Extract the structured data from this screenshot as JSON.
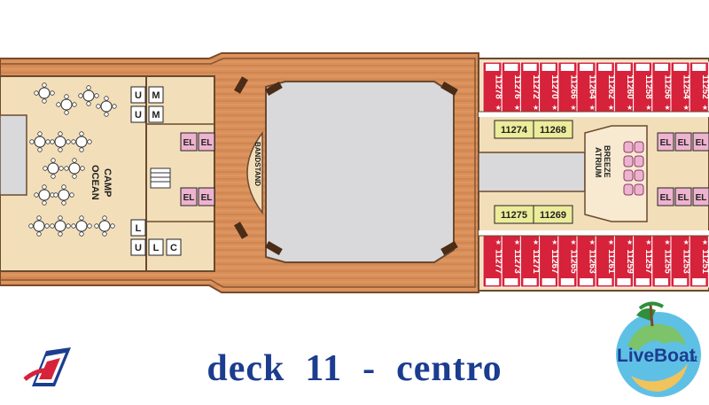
{
  "title": "deck  11  -  centro",
  "venues": {
    "camp_ocean": [
      "CAMP",
      "OCEAN"
    ],
    "bandstand": "BANDSTAND",
    "breeze_atrium": [
      "BREEZE",
      "ATRIUM"
    ]
  },
  "facility_labels": {
    "elevator": "EL",
    "men": "M",
    "ladies": "L",
    "utility": "U",
    "crew": "C"
  },
  "cabins": {
    "top_row": [
      "11278",
      "11276",
      "11272",
      "11270",
      "11266",
      "11264",
      "11262",
      "11260",
      "11258",
      "11256",
      "11254",
      "11252"
    ],
    "bottom_row": [
      "11277",
      "11273",
      "11271",
      "11267",
      "11265",
      "11263",
      "11261",
      "11259",
      "11257",
      "11255",
      "11253",
      "11251"
    ],
    "inner_top": [
      "11274",
      "11268"
    ],
    "inner_bottom": [
      "11275",
      "11269"
    ]
  },
  "brand": {
    "liveboat": "LiveBoat",
    "liveboat_suffix": ".it"
  },
  "colors": {
    "deck_wood": "#d98f5a",
    "cabin_red": "#d6223a",
    "interior_beige": "#f2dfba",
    "pool_gray": "#d9d9dc",
    "elevator_pink": "#eeb3cf",
    "title_blue": "#1c3d8f"
  }
}
